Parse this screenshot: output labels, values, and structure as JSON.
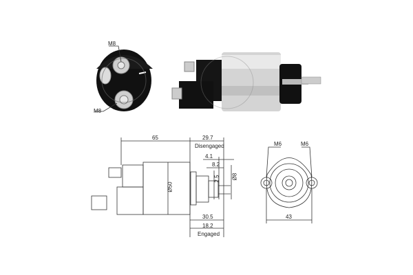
{
  "photos": {
    "end_view": {
      "label_top": "M8",
      "label_bottom": "M8"
    },
    "side_view": {
      "description": "starter solenoid photo"
    }
  },
  "side_drawing": {
    "length_body": "65",
    "disengaged_value": "29.7",
    "disengaged_label": "Disengaged",
    "dim_a": "4.1",
    "dim_b": "8.2",
    "dim_c": "2.5",
    "dim_diameter_small": "Ø8",
    "dim_diameter_body": "Ø50",
    "engaged_total": "30.5",
    "engaged_value": "18.2",
    "engaged_label": "Engaged"
  },
  "end_drawing": {
    "thread_left": "M6",
    "thread_right": "M6",
    "mount_spacing": "43"
  },
  "colors": {
    "line": "#333333",
    "body_dark": "#111111",
    "metal": "#c8c8c8"
  }
}
